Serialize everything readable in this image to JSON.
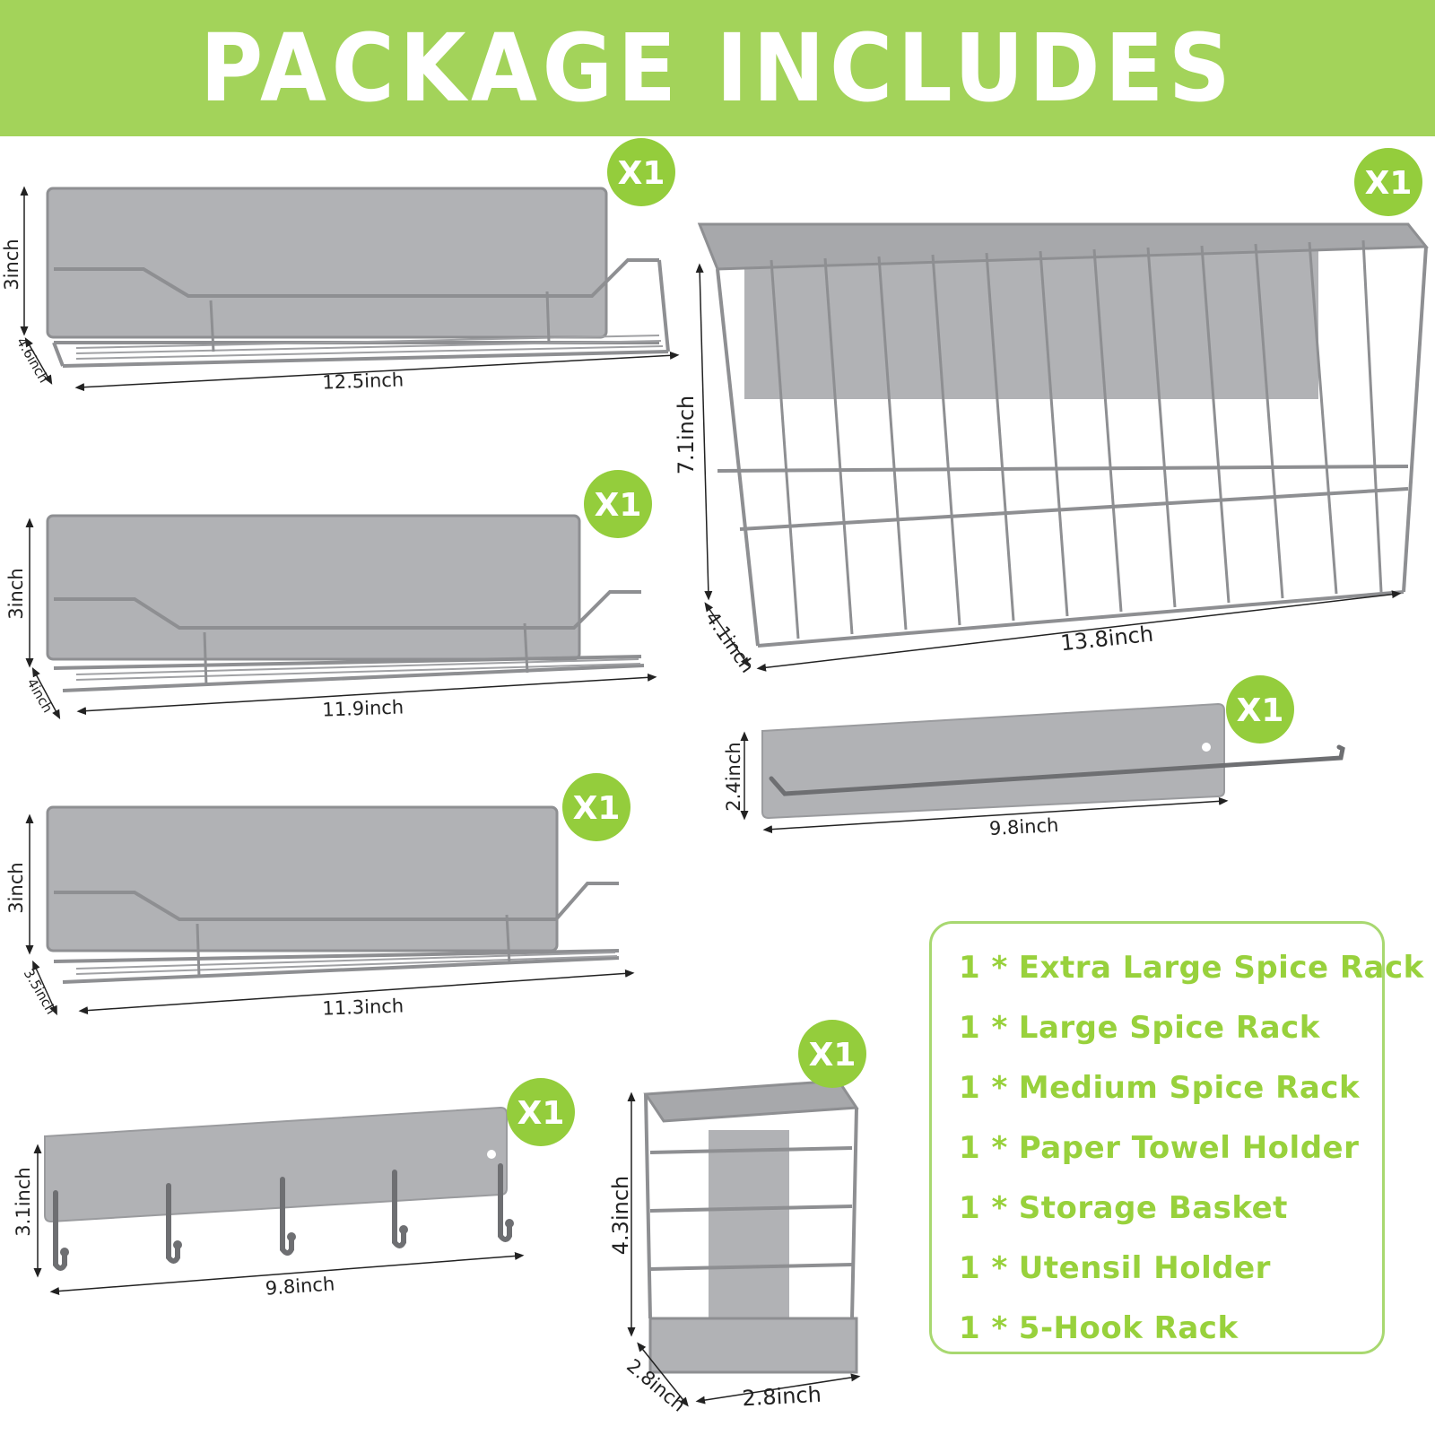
{
  "banner": {
    "title": "PACKAGE INCLUDES",
    "background": "#a3d35a"
  },
  "colors": {
    "accent_green": "#94cd3c",
    "metal_gray": "#a9aaad"
  },
  "products": [
    {
      "id": "extra-large-spice-rack",
      "badge": "X1",
      "dims": [
        "3inch",
        "4.6inch",
        "12.5inch"
      ]
    },
    {
      "id": "large-spice-rack",
      "badge": "X1",
      "dims": [
        "3inch",
        "4inch",
        "11.9inch"
      ]
    },
    {
      "id": "medium-spice-rack",
      "badge": "X1",
      "dims": [
        "3inch",
        "3.5inch",
        "11.3inch"
      ]
    },
    {
      "id": "storage-basket",
      "badge": "X1",
      "dims": [
        "7.1inch",
        "4.1inch",
        "13.8inch"
      ]
    },
    {
      "id": "paper-towel-holder",
      "badge": "X1",
      "dims": [
        "2.4inch",
        "9.8inch"
      ]
    },
    {
      "id": "five-hook-rack",
      "badge": "X1",
      "dims": [
        "3.1inch",
        "9.8inch"
      ]
    },
    {
      "id": "utensil-holder",
      "badge": "X1",
      "dims": [
        "4.3inch",
        "2.8inch",
        "2.8inch"
      ]
    }
  ],
  "items": [
    {
      "qty": "1 *",
      "name": "Extra Large Spice Rack"
    },
    {
      "qty": "1 *",
      "name": "Large Spice Rack"
    },
    {
      "qty": "1 *",
      "name": "Medium Spice Rack"
    },
    {
      "qty": "1 *",
      "name": "Paper  Towel Holder"
    },
    {
      "qty": "1 *",
      "name": "Storage Basket"
    },
    {
      "qty": "1 *",
      "name": "Utensil Holder"
    },
    {
      "qty": "1 *",
      "name": "5-Hook Rack"
    }
  ]
}
